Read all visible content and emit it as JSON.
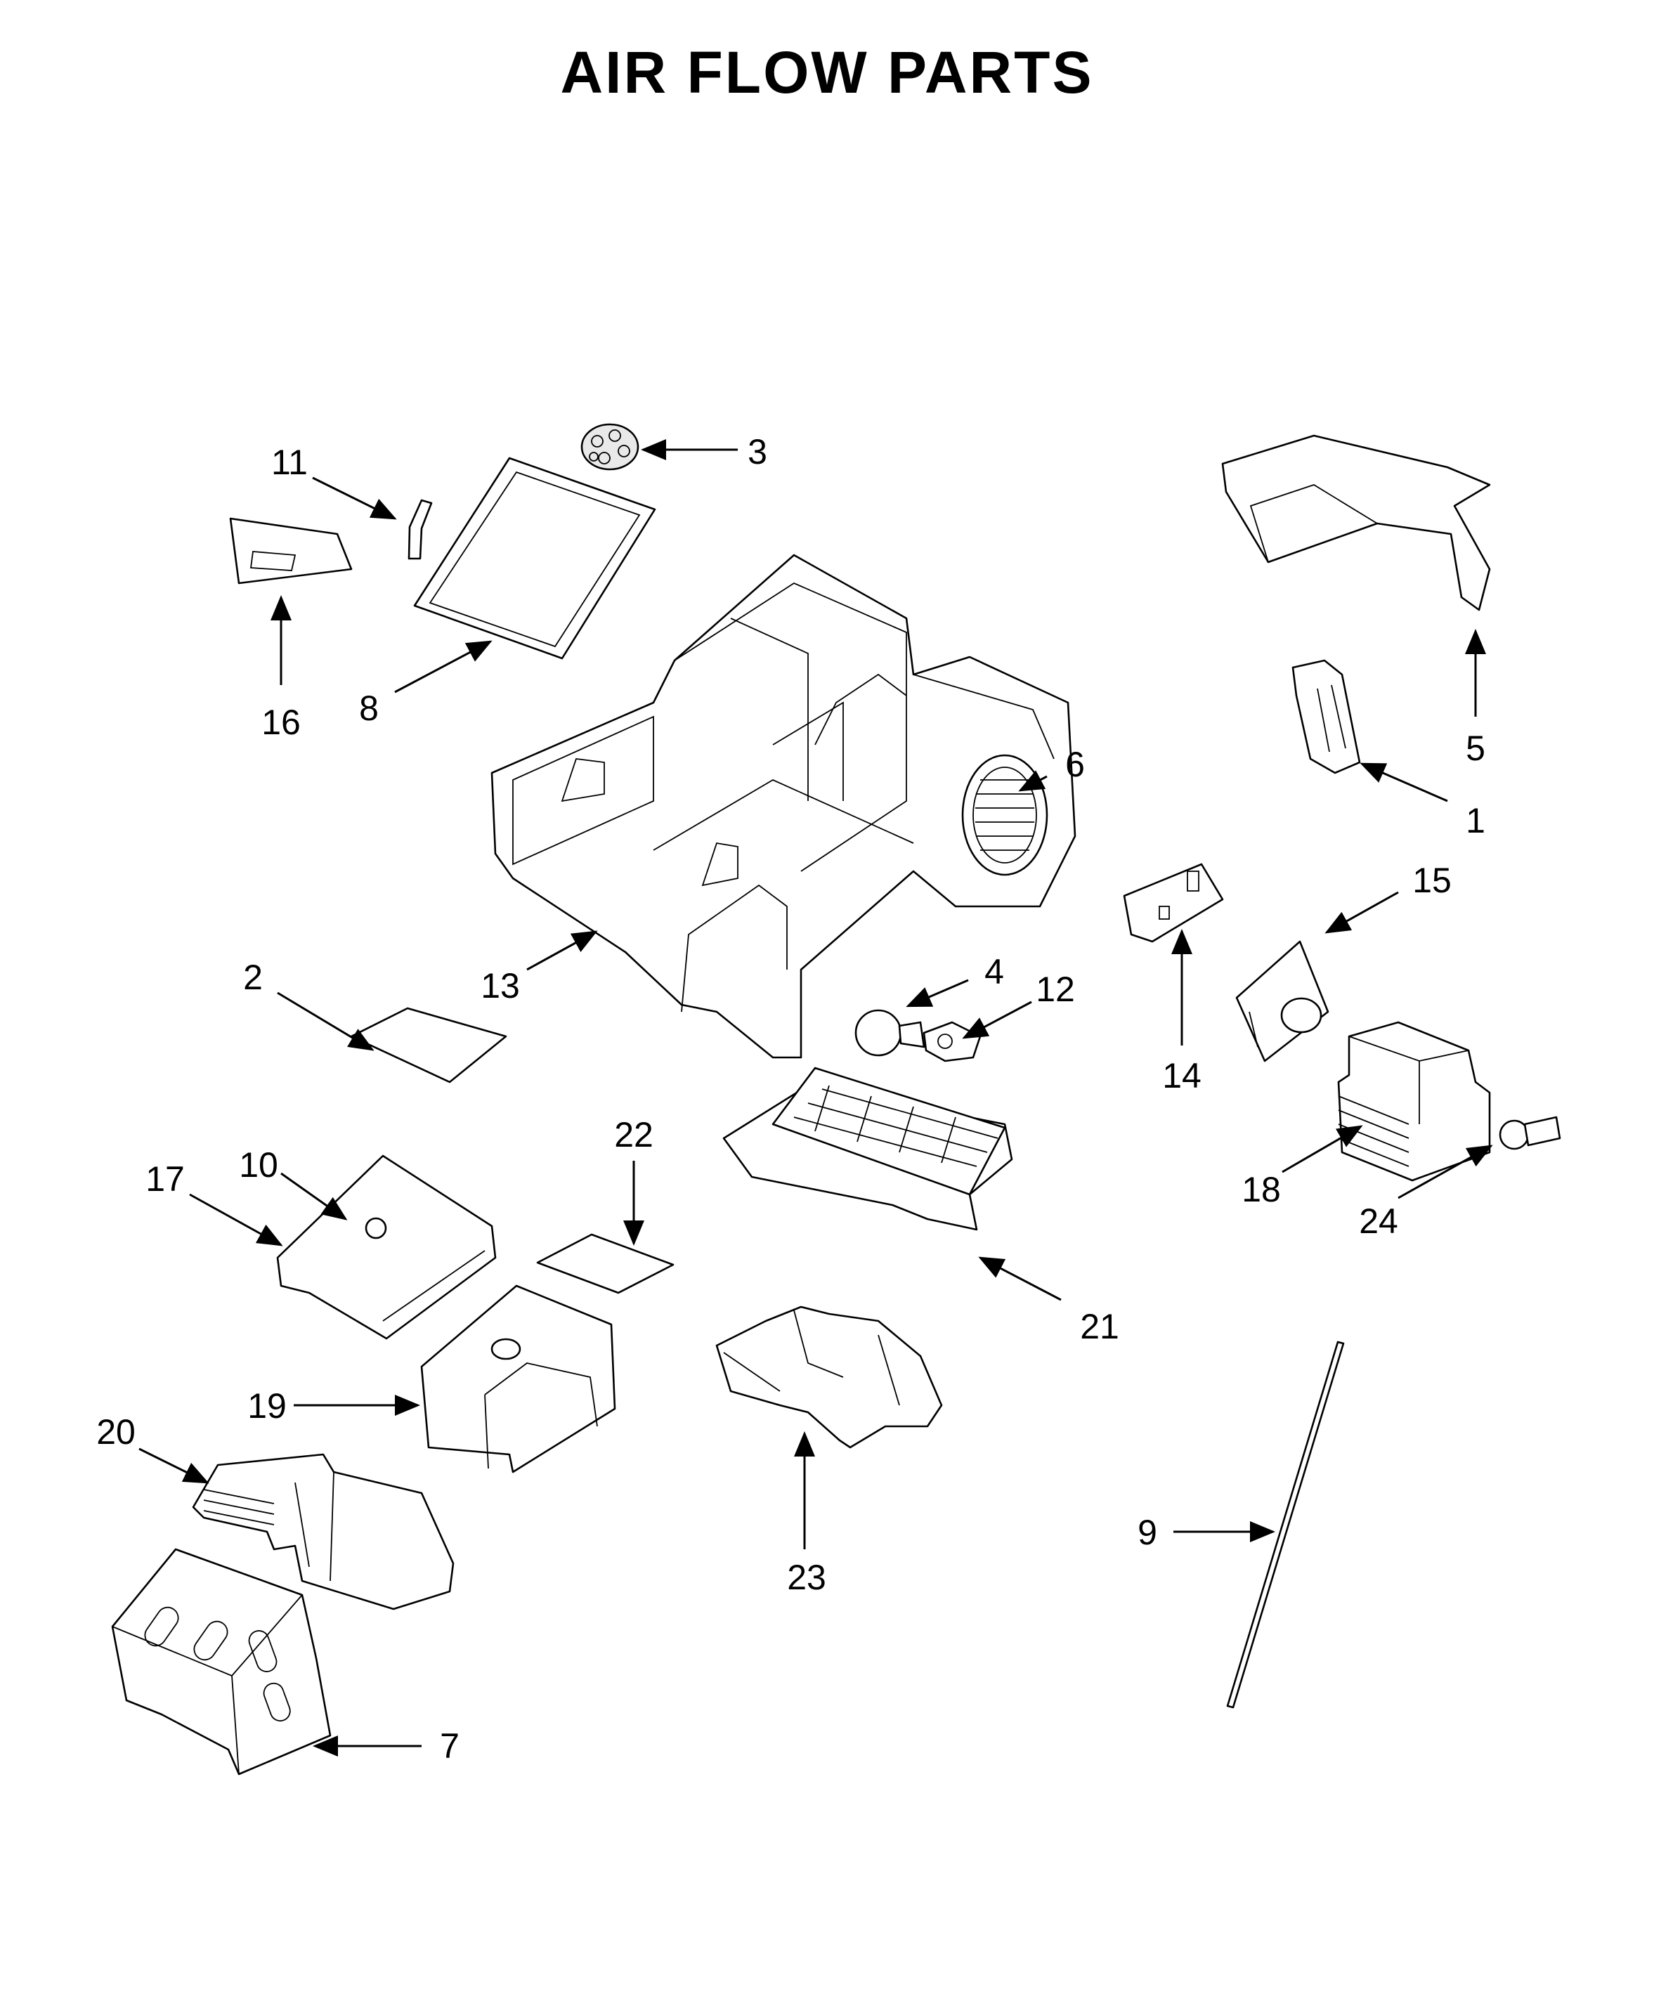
{
  "title": "AIR FLOW PARTS",
  "callouts": [
    "1",
    "2",
    "3",
    "4",
    "5",
    "6",
    "7",
    "8",
    "9",
    "10",
    "11",
    "12",
    "13",
    "14",
    "15",
    "16",
    "17",
    "18",
    "19",
    "20",
    "21",
    "22",
    "23",
    "24"
  ]
}
